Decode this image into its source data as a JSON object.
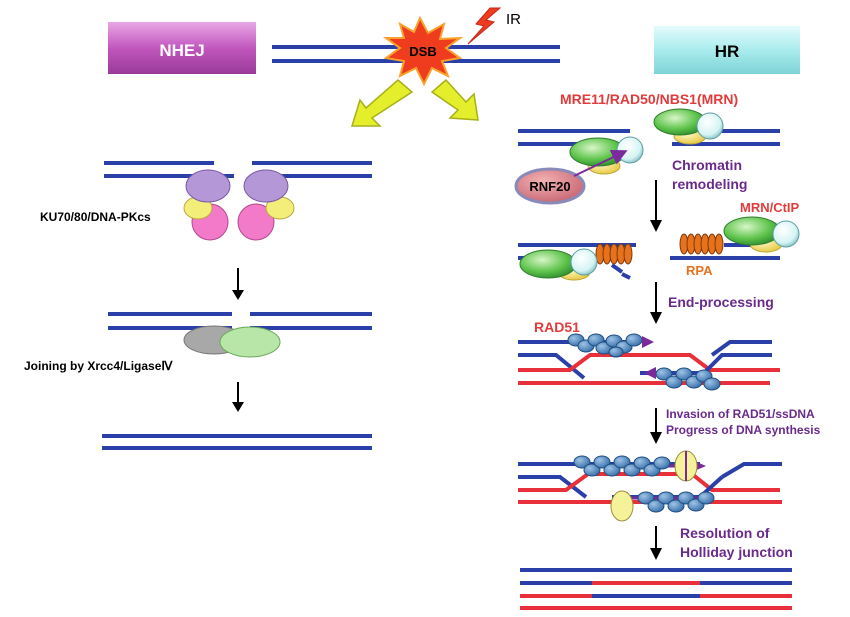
{
  "pathways": {
    "nhej": "NHEJ",
    "hr": "HR"
  },
  "damage": {
    "dsb": "DSB",
    "ir": "IR"
  },
  "nhej_labels": {
    "ku": "KU70/80/DNA-PKcs",
    "joining": "Joining by Xrcc4/LigaseⅣ"
  },
  "hr_labels": {
    "mrn": "MRE11/RAD50/NBS1(MRN)",
    "rnf20": "RNF20",
    "chromatin_1": "Chromatin",
    "chromatin_2": "remodeling",
    "mrn_ctip": "MRN/CtIP",
    "rpa": "RPA",
    "end_processing": "End-processing",
    "rad51": "RAD51",
    "invasion_1": "Invasion of RAD51/ssDNA",
    "invasion_2": "Progress of DNA synthesis",
    "resolution_1": "Resolution of",
    "resolution_2": "Holliday junction"
  },
  "colors": {
    "dna_blue": "#2a3fa8",
    "dna_red": "#e8303a",
    "label_red": "#e23b3b",
    "label_purple": "#6a2a8c",
    "label_orange": "#e8721c",
    "nhej_box": "#c85cc4",
    "hr_box": "#9fe6e8",
    "arrow_yellow": "#e4ee2a"
  }
}
